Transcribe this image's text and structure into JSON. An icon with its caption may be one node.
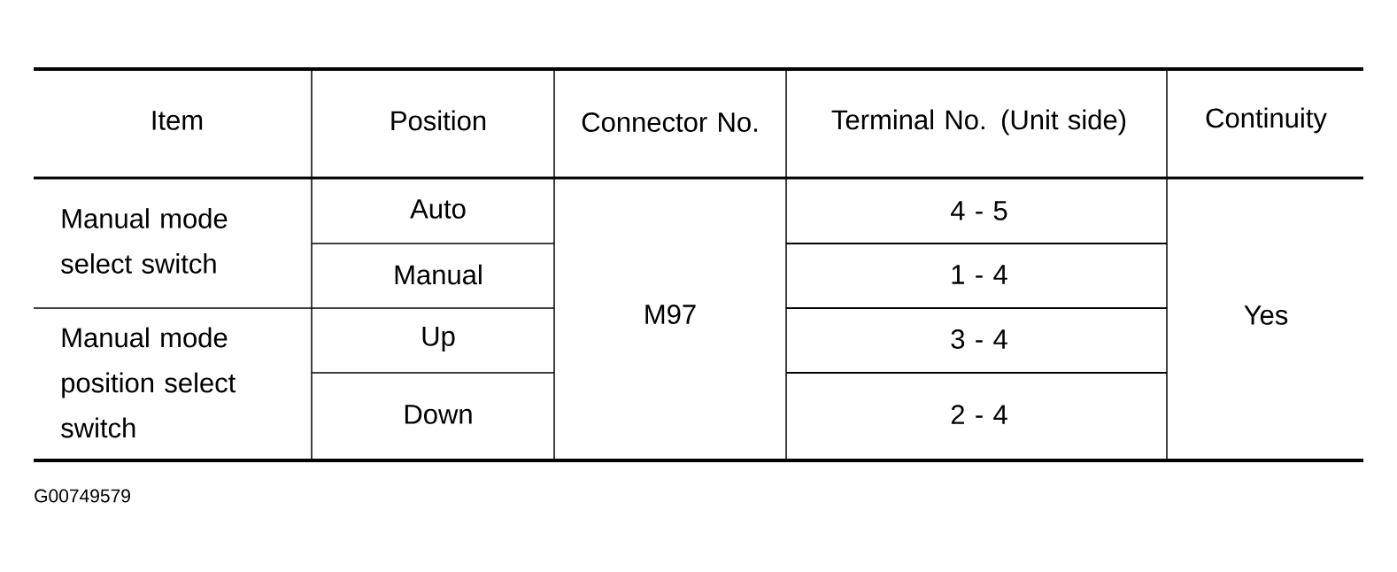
{
  "diagram": {
    "labels": [
      "Item",
      "Position",
      "Connector No.",
      "Terminal No. (Unit side)",
      "Continuity",
      "Manual mode select switch",
      "Auto",
      "M97",
      "4 - 5",
      "Yes",
      "Manual",
      "1 - 4",
      "Manual mode position select switch",
      "Up",
      "3 - 4",
      "Down",
      "2 - 4",
      "G00749579"
    ]
  }
}
